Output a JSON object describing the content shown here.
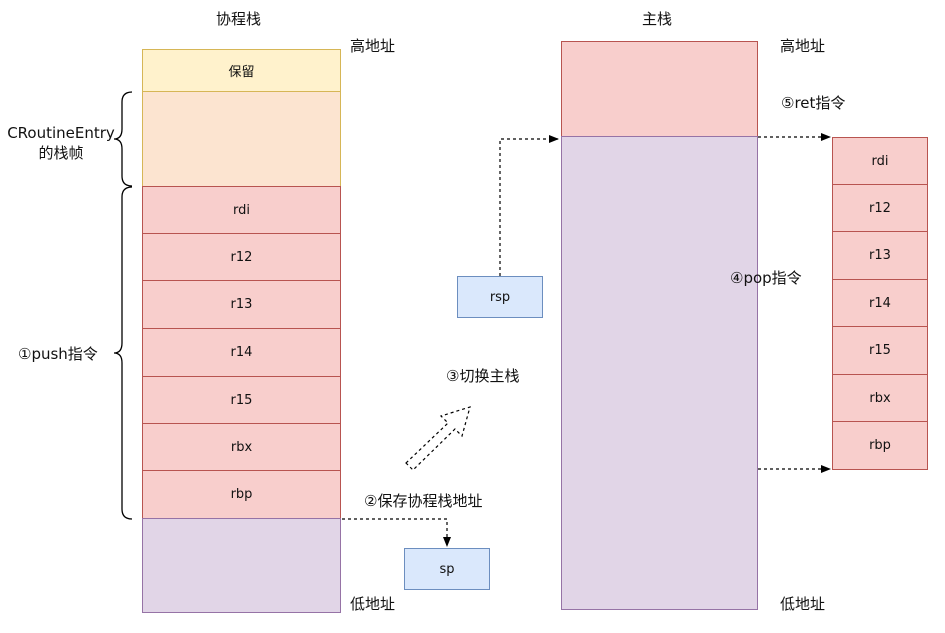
{
  "coroutine_stack": {
    "title": "协程栈",
    "reserved": "保留",
    "registers": [
      "rdi",
      "r12",
      "r13",
      "r14",
      "r15",
      "rbx",
      "rbp"
    ],
    "high_addr": "高地址",
    "low_addr": "低地址",
    "frame_brace_label_line1": "CRoutineEntry",
    "frame_brace_label_line2": "的栈帧",
    "push_label": "①push指令"
  },
  "main_stack": {
    "title": "主栈",
    "high_addr": "高地址",
    "low_addr": "低地址",
    "ret_label": "⑤ret指令",
    "pop_label": "④pop指令",
    "popped_registers": [
      "rdi",
      "r12",
      "r13",
      "r14",
      "r15",
      "rbx",
      "rbp"
    ]
  },
  "boxes": {
    "rsp": "rsp",
    "sp": "sp"
  },
  "steps": {
    "save_addr": "②保存协程栈地址",
    "switch_stack": "③切换主栈"
  },
  "colors": {
    "red_fill": "#f8cecc",
    "yellow_fill": "#fff2cc",
    "purple_fill": "#e1d5e7",
    "blue_fill": "#dae8fc"
  }
}
